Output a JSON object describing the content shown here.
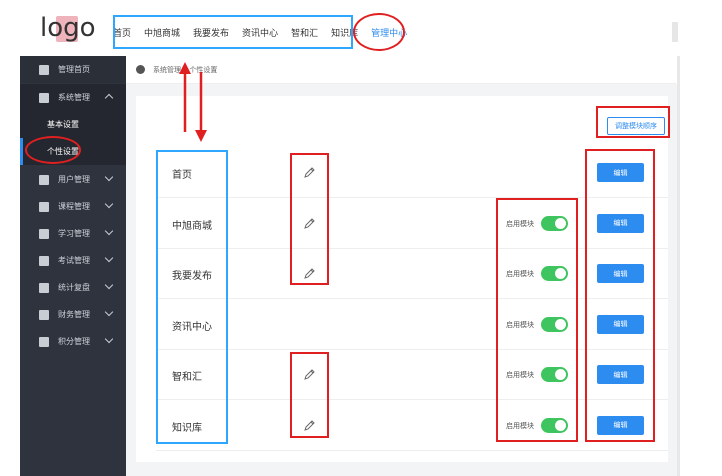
{
  "logo": {
    "text": "logo"
  },
  "topnav": {
    "items": [
      "首页",
      "中旭商城",
      "我要发布",
      "资讯中心",
      "智和汇",
      "知识库",
      "管理中心"
    ],
    "active_index": 6
  },
  "sidebar": {
    "home": "管理首页",
    "system": "系统管理",
    "sub_basic": "基本设置",
    "sub_personal": "个性设置",
    "menus": [
      "用户管理",
      "课程管理",
      "学习管理",
      "考试管理",
      "统计复盘",
      "财务管理",
      "积分管理"
    ],
    "icons": {
      "home": "home-icon",
      "system": "gear-icon",
      "menus": [
        "user-icon",
        "monitor-icon",
        "book-icon",
        "exam-icon",
        "chart-icon",
        "finance-icon",
        "points-icon"
      ]
    }
  },
  "breadcrumb": {
    "items": [
      "系统管理",
      "个性设置"
    ],
    "icon": "gear-icon"
  },
  "content": {
    "adjust_button": "调整模块顺序",
    "toggle_label": "启用模块",
    "edit_label": "编辑",
    "rows": [
      {
        "label": "首页",
        "pencil": true,
        "toggle": false,
        "toggle_on": false
      },
      {
        "label": "中旭商城",
        "pencil": true,
        "toggle": true,
        "toggle_on": true
      },
      {
        "label": "我要发布",
        "pencil": true,
        "toggle": true,
        "toggle_on": true
      },
      {
        "label": "资讯中心",
        "pencil": false,
        "toggle": true,
        "toggle_on": true
      },
      {
        "label": "智和汇",
        "pencil": true,
        "toggle": true,
        "toggle_on": true
      },
      {
        "label": "知识库",
        "pencil": true,
        "toggle": true,
        "toggle_on": true
      }
    ]
  },
  "colors": {
    "accent": "#2d8cf0",
    "toggle_on": "#3fc55f",
    "sidebar_bg": "#2f333d",
    "annotation_red": "#e02020",
    "annotation_blue": "#2fa6ff"
  }
}
